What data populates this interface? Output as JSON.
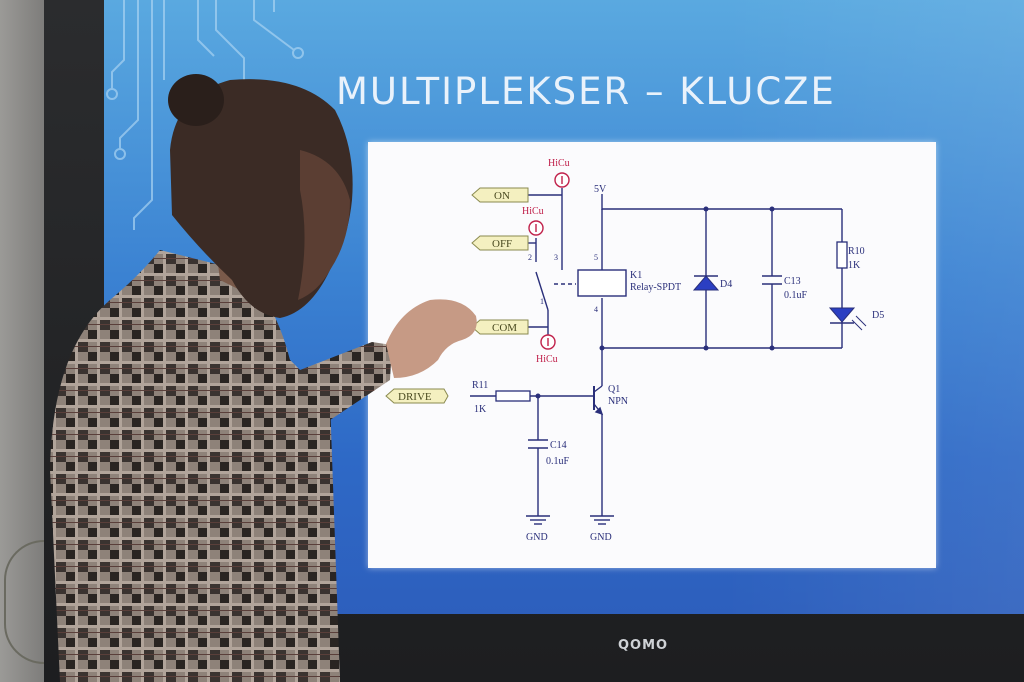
{
  "slide": {
    "title": "MULTIPLEKSER – KLUCZE"
  },
  "schematic": {
    "ports": {
      "on": "ON",
      "off": "OFF",
      "com": "COM",
      "drive": "DRIVE"
    },
    "pads": {
      "pad1": "HiCu",
      "pad2": "HiCu",
      "pad3": "HiCu"
    },
    "supply": "5V",
    "relay": {
      "ref": "K1",
      "value": "Relay-SPDT",
      "pin5": "5",
      "pin4": "4",
      "pin3": "3",
      "pin2": "2",
      "pin1": "1"
    },
    "diode": {
      "ref": "D4"
    },
    "cap13": {
      "ref": "C13",
      "value": "0.1uF"
    },
    "res10": {
      "ref": "R10",
      "value": "1K"
    },
    "led": {
      "ref": "D5"
    },
    "res11": {
      "ref": "R11",
      "value": "1K"
    },
    "transistor": {
      "ref": "Q1",
      "value": "NPN"
    },
    "cap14": {
      "ref": "C14",
      "value": "0.1uF"
    },
    "gnd1": "GND",
    "gnd2": "GND"
  },
  "display": {
    "brand": "QOMO"
  },
  "colors": {
    "wire": "#2a2f7a",
    "pad": "#c0204a",
    "port_fill": "#f4f0c0",
    "component": "#1e2e8a",
    "led_fill": "#2b3fc2",
    "screen_top": "#5aa9e0",
    "screen_bottom": "#2d5fbd"
  }
}
